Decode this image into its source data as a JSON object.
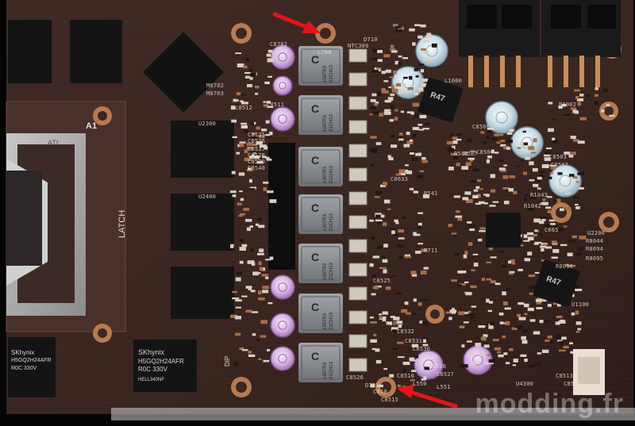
{
  "photo": {
    "board_text": {
      "latch": "LATCH",
      "brand_left": "SKhynix",
      "ram_code_left": "H5GQ2H24AFR",
      "ram_spec_left": "R0C 330V",
      "ram_code": "H5GQ2H24AFR",
      "ram_spec": "R0C 330V",
      "ram_date": "HELL340NF",
      "dip": "DIP",
      "a1": "A1",
      "gpu_logo": "ATI"
    },
    "ic_markings": {
      "r47": "R47",
      "inductor_lines": [
        "1007R3",
        "21CH13"
      ]
    },
    "component_labels": [
      "C8702",
      "L700",
      "C8511",
      "C8512",
      "U2300",
      "U2400",
      "M8702",
      "M8703",
      "C8535",
      "C8536",
      "C8537",
      "C8538",
      "C8539",
      "C8540",
      "NTC300",
      "D710",
      "L1000",
      "C8506",
      "C8504",
      "C8503",
      "C8502",
      "R588",
      "R587",
      "R541",
      "R711",
      "C8633",
      "R1043",
      "R1042",
      "C665",
      "U2200",
      "R8044",
      "R8094",
      "R8095",
      "R8096",
      "R1002",
      "U1100",
      "C8525",
      "R1006",
      "C8532",
      "C8531",
      "C8530",
      "C8529",
      "C8528",
      "C8527",
      "C8526",
      "D721",
      "C810",
      "C8515",
      "C8516",
      "L550",
      "L551",
      "U4300",
      "C8513",
      "C8507"
    ],
    "arrows": [
      "arrow-top",
      "arrow-bottom"
    ],
    "watermark": "modding.fr",
    "colors": {
      "pcb": "#3b2723",
      "pcb_dark": "#2a1a17",
      "copper": "#b87a50",
      "silkscreen": "#e8dcd0",
      "arrow": "#e0161b",
      "choke": "#8d9094",
      "cap_lavender": "#c9a6d6",
      "cap_blue": "#c6dbe6",
      "chip_black": "#141414"
    }
  }
}
